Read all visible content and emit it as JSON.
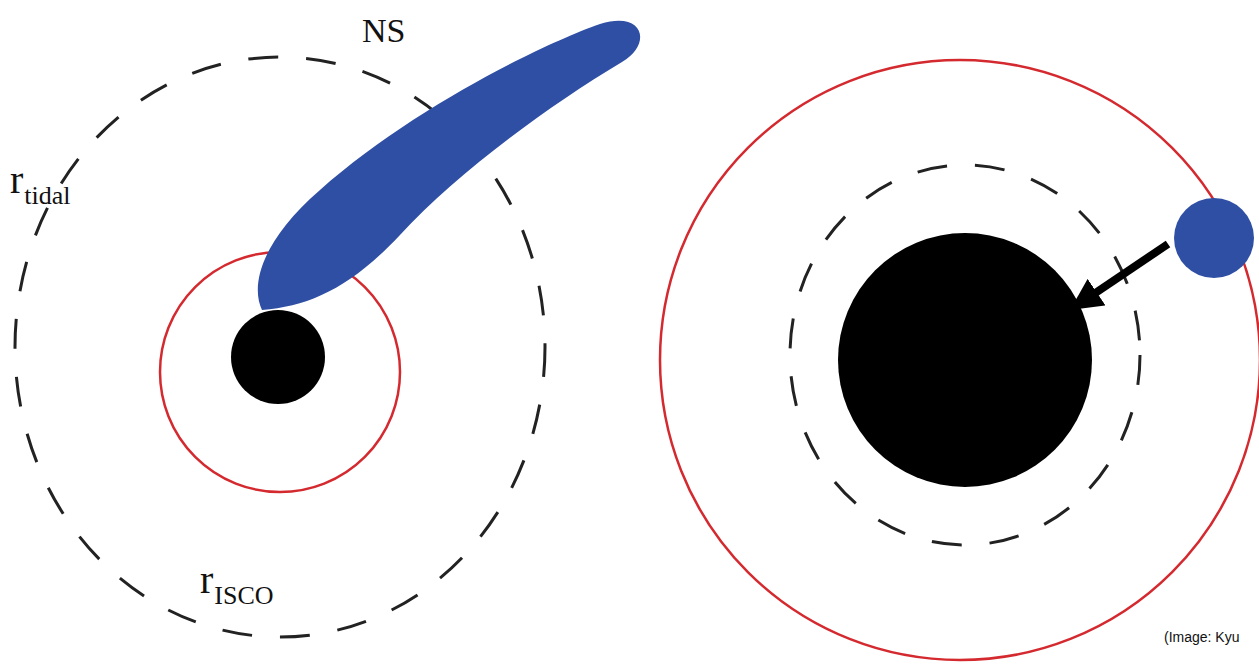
{
  "diagram": {
    "labels": [
      "NS",
      "r",
      "tidal",
      "r",
      "ISCO",
      "(Image: Kyu"
    ]
  }
}
